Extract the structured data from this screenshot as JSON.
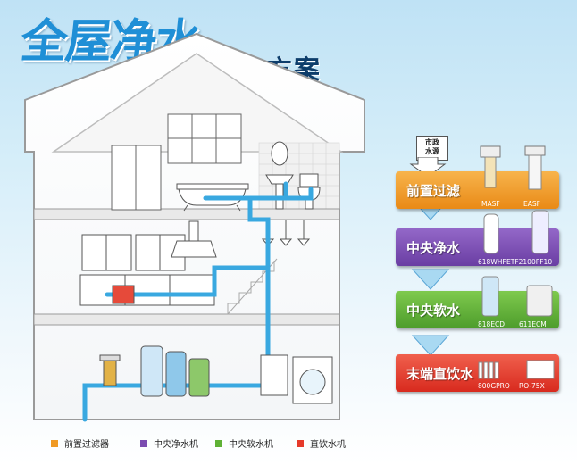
{
  "title": {
    "main": "全屋净水",
    "sub": "解决方案"
  },
  "source_label": {
    "line1": "市政",
    "line2": "水源"
  },
  "stages": [
    {
      "label": "前置过滤",
      "color": "#f09a24",
      "models": [
        "MASF",
        "EASF"
      ]
    },
    {
      "label": "中央净水",
      "color": "#7b4cb0",
      "models": [
        "618WHF",
        "ETF2100PF10"
      ]
    },
    {
      "label": "中央软水",
      "color": "#5fb135",
      "models": [
        "818ECD",
        "611ECM"
      ]
    },
    {
      "label": "末端直饮水",
      "color": "#e63a2a",
      "models": [
        "800GPRO",
        "RO-75X"
      ]
    }
  ],
  "legend": [
    {
      "label": "前置过滤器",
      "color": "#f09a24"
    },
    {
      "label": "中央净水机",
      "color": "#7b4cb0"
    },
    {
      "label": "中央软水机",
      "color": "#5fb135"
    },
    {
      "label": "直饮水机",
      "color": "#e63a2a"
    }
  ],
  "pipe_color": "#39a8e0"
}
